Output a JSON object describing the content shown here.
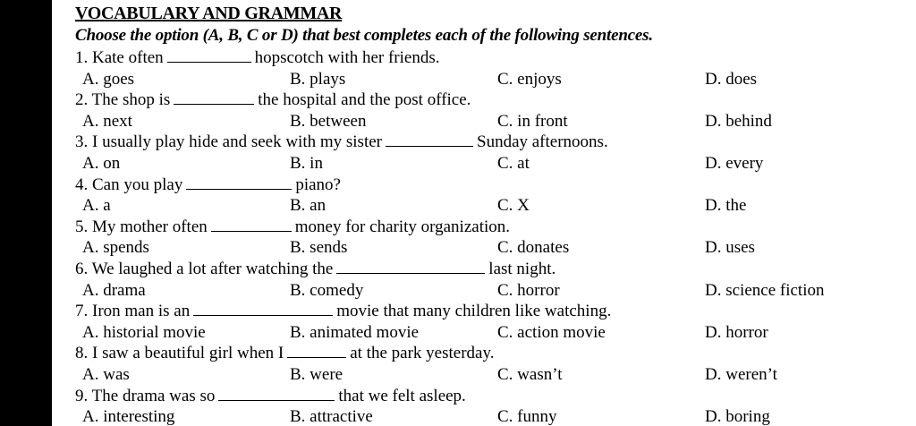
{
  "title": "VOCABULARY AND GRAMMAR",
  "instruction": "Choose the option (A, B, C or D) that best completes each of the following sentences.",
  "questions": [
    {
      "before": "1. Kate often",
      "after": "hopscotch with her friends.",
      "options": [
        "A. goes",
        "B. plays",
        "C. enjoys",
        "D. does"
      ]
    },
    {
      "before": "2. The shop is",
      "after": "the hospital and the post office.",
      "options": [
        "A. next",
        "B. between",
        "C. in front",
        "D. behind"
      ]
    },
    {
      "before": "3. I usually play hide and seek with my sister",
      "after": "Sunday afternoons.",
      "options": [
        "A. on",
        "B. in",
        "C. at",
        "D. every"
      ]
    },
    {
      "before": "4. Can you play",
      "after": "piano?",
      "options": [
        "A. a",
        "B. an",
        "C. X",
        "D. the"
      ]
    },
    {
      "before": "5. My mother often",
      "after": "money for charity organization.",
      "options": [
        "A. spends",
        "B. sends",
        "C. donates",
        "D. uses"
      ]
    },
    {
      "before": "6. We laughed a lot after watching the",
      "after": "last night.",
      "options": [
        "A. drama",
        "B. comedy",
        "C. horror",
        "D. science fiction"
      ]
    },
    {
      "before": "7. Iron man is an",
      "after": "movie that many children like watching.",
      "options": [
        "A. historial movie",
        "B. animated movie",
        "C. action movie",
        "D. horror"
      ]
    },
    {
      "before": "8. I saw a beautiful girl when I",
      "after": "at the park yesterday.",
      "options": [
        "A. was",
        "B. were",
        "C. wasn’t",
        "D. weren’t"
      ]
    },
    {
      "before": "9. The drama was so",
      "after": "that we felt asleep.",
      "options": [
        "A. interesting",
        "B. attractive",
        "C. funny",
        "D. boring"
      ]
    }
  ]
}
